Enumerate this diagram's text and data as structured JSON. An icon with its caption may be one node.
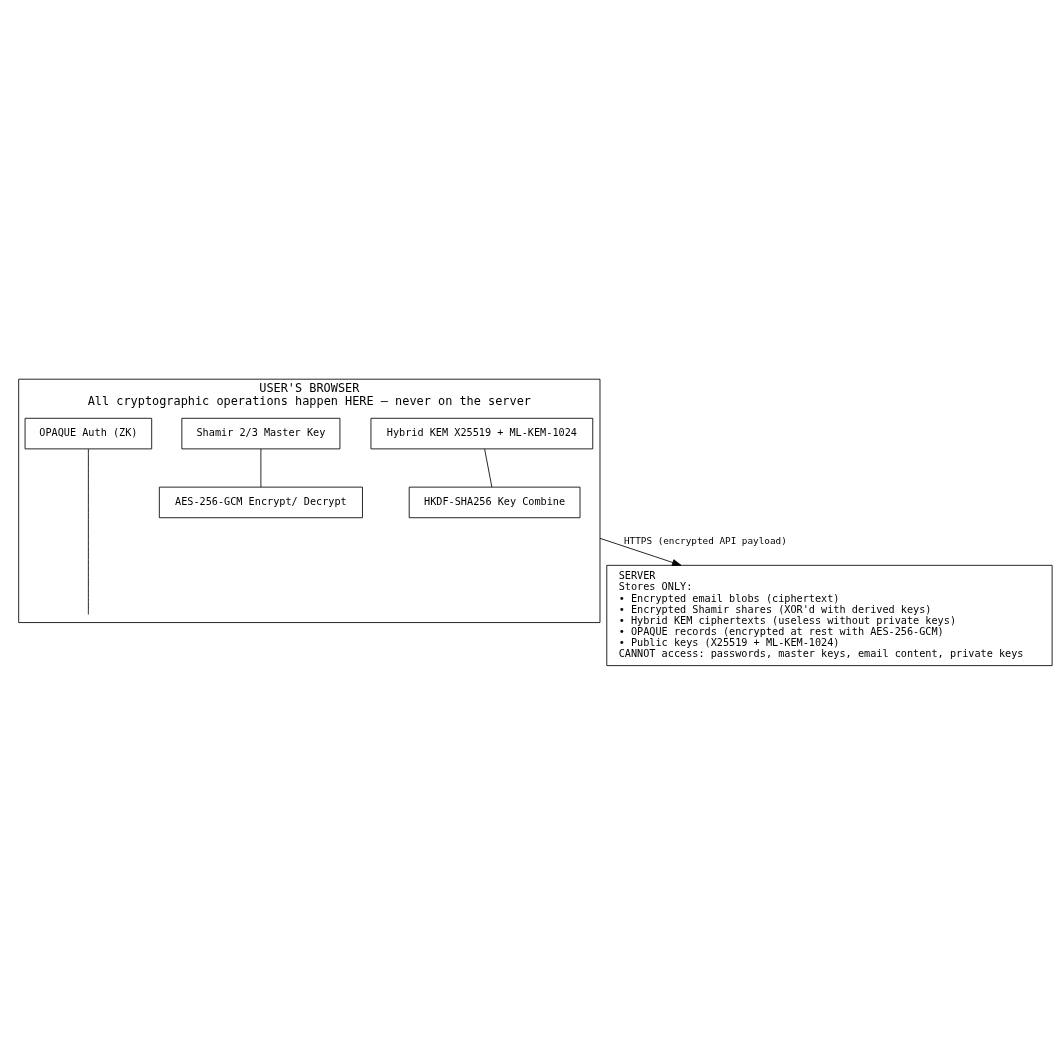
{
  "diagram": {
    "nodes": [
      {
        "text": [
          "USER'S BROWSER",
          "All cryptographic operations happen HERE — never on the server"
        ]
      },
      {
        "text": [
          "OPAQUE Auth (ZK)"
        ],
        "in": 0
      },
      {
        "text": [
          "Shamir 2/3 Master Key"
        ],
        "in": 0
      },
      {
        "text": [
          "Hybrid KEM X25519 + ML-KEM-1024"
        ],
        "in": 0
      },
      {
        "text": [
          "AES-256-GCM Encrypt/ Decrypt"
        ],
        "in": 0
      },
      {
        "text": [
          "HKDF-SHA256 Key Combine"
        ],
        "in": 0
      },
      {
        "text": [
          "SERVER",
          "Stores ONLY:",
          "• Encrypted email blobs (ciphertext)",
          "• Encrypted Shamir shares (XOR'd with derived keys)",
          "• Hybrid KEM ciphertexts (useless without private keys)",
          "• OPAQUE records (encrypted at rest with AES-256-GCM)",
          "• Public keys (X25519 + ML-KEM-1024)",
          "CANNOT access: passwords, master keys, email content, private keys"
        ]
      }
    ],
    "edges": [
      {
        "from": 1,
        "to": null,
        "arrow": "none"
      },
      {
        "from": 2,
        "to": 4,
        "arrow": "none"
      },
      {
        "from": 3,
        "to": 5,
        "arrow": "none"
      },
      {
        "from": 0,
        "to": 6,
        "arrow": "to",
        "label": "HTTPS (encrypted API payload)"
      }
    ]
  }
}
